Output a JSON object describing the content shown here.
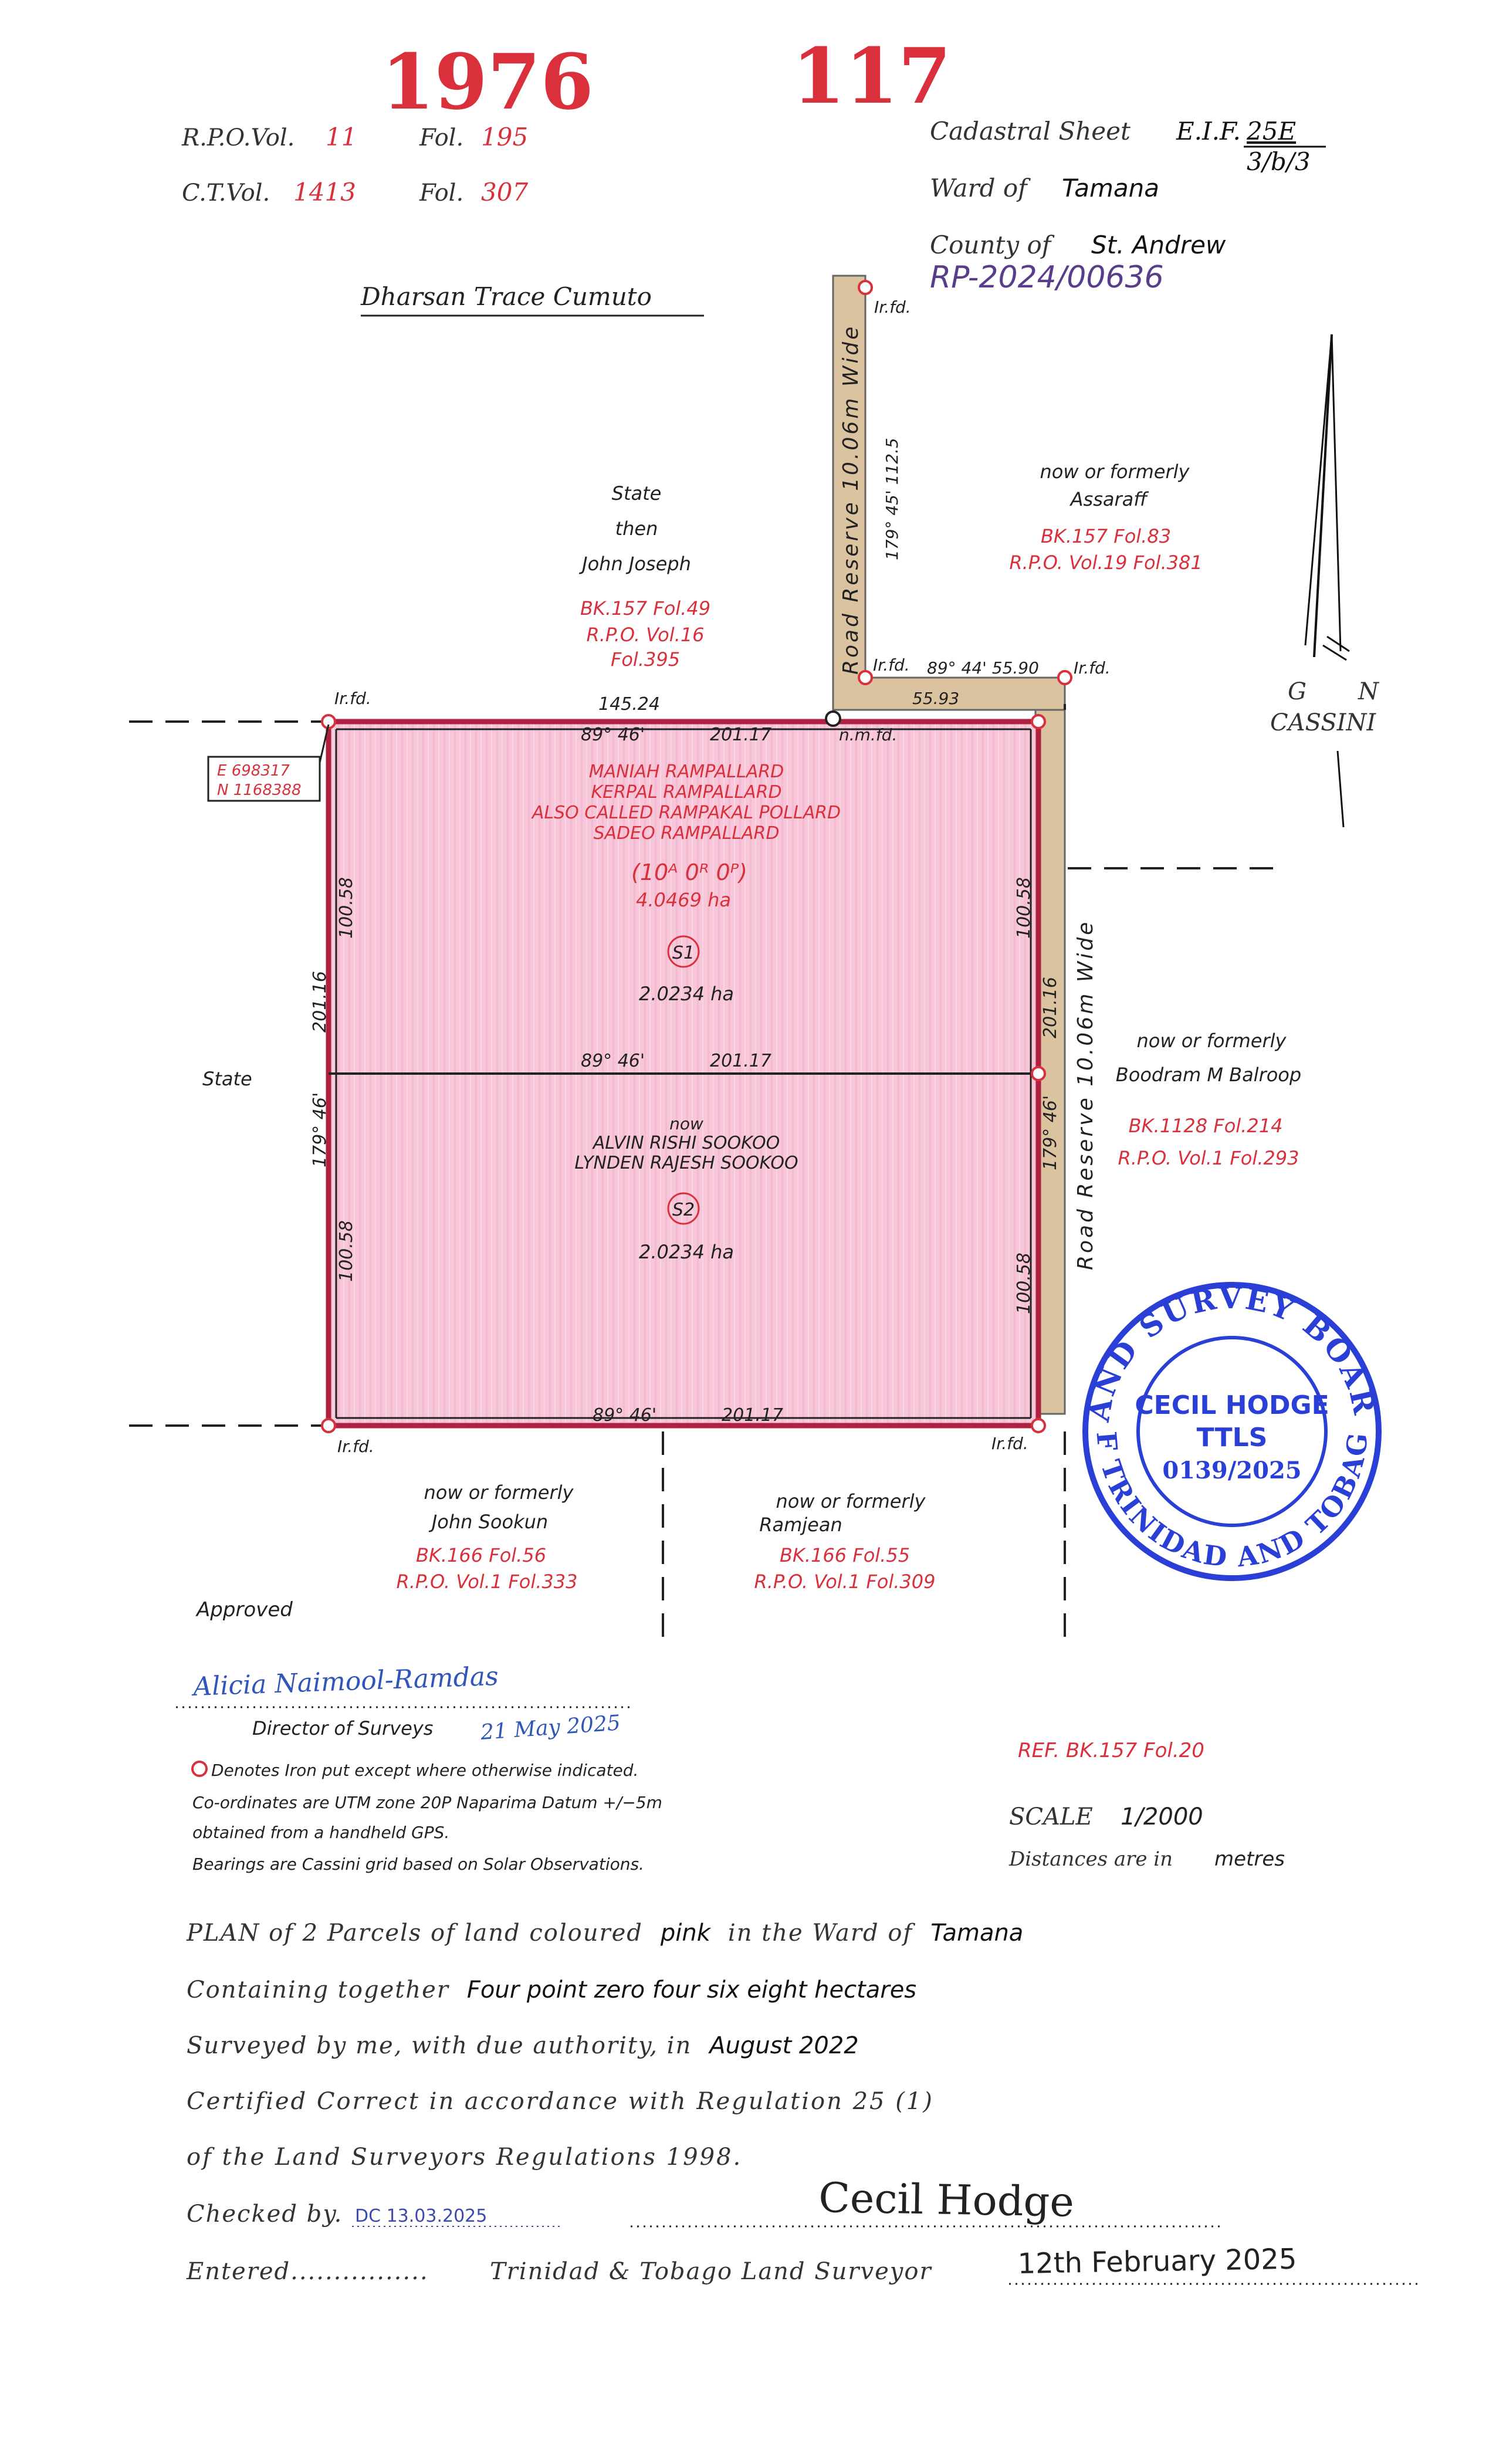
{
  "header": {
    "plan_number": "1976",
    "sheet_number": "117",
    "rpo_vol_label": "R.P.O.Vol.",
    "rpo_vol": "11",
    "rpo_fol_label": "Fol.",
    "rpo_fol": "195",
    "ct_vol_label": "C.T.Vol.",
    "ct_vol": "1413",
    "ct_fol_label": "Fol.",
    "ct_fol": "307",
    "cadastral_label": "Cadastral Sheet",
    "cadastral_value": "E.I.F.",
    "cadastral_ref_top": "25E",
    "cadastral_ref_bottom": "3/b/3",
    "ward_label": "Ward of",
    "ward_value": "Tamana",
    "county_label": "County of",
    "county_value": "St. Andrew",
    "rp_number": "RP-2024/00636",
    "location": "Dharsan Trace Cumuto"
  },
  "north_arrow": {
    "g": "G",
    "n": "N",
    "label": "CASSINI"
  },
  "neighbours": {
    "north_west": {
      "line1": "State",
      "line2": "then",
      "line3": "John Joseph",
      "bk": "BK.157 Fol.49",
      "rpo": "R.P.O. Vol.16",
      "fol": "Fol.395"
    },
    "north_east": {
      "line1": "now or formerly",
      "line2": "Assaraff",
      "bk": "BK.157 Fol.83",
      "rpo": "R.P.O. Vol.19 Fol.381"
    },
    "west": {
      "line1": "State"
    },
    "east": {
      "line1": "now or formerly",
      "line2": "Boodram M Balroop",
      "bk": "BK.1128 Fol.214",
      "rpo": "R.P.O. Vol.1 Fol.293"
    },
    "south_west": {
      "line1": "now or formerly",
      "line2": "John Sookun",
      "bk": "BK.166 Fol.56",
      "rpo": "R.P.O. Vol.1 Fol.333"
    },
    "south_east": {
      "line1": "now or formerly",
      "line2": "Ramjean",
      "bk": "BK.166 Fol.55",
      "rpo": "R.P.O. Vol.1 Fol.309"
    }
  },
  "parcel": {
    "owners": [
      "MANIAH RAMPALLARD",
      "KERPAL RAMPALLARD",
      "ALSO CALLED RAMPAKAL POLLARD",
      "SADEO RAMPALLARD"
    ],
    "imperial": "(10ᴬ 0ᴿ 0ᴾ)",
    "total_area": "4.0469 ha",
    "s1_label": "S1",
    "s1_area": "2.0234 ha",
    "s2_now": "now",
    "s2_owners": [
      "ALVIN RISHI SOOKOO",
      "LYNDEN RAJESH SOOKOO"
    ],
    "s2_label": "S2",
    "s2_area": "2.0234 ha"
  },
  "dimensions": {
    "north_total": "145.24",
    "north_bearing": "89° 46'",
    "north_length": "201.17",
    "mid_bearing": "89° 46'",
    "mid_length": "201.17",
    "south_bearing": "89° 46'",
    "south_length": "201.17",
    "west_upper": "100.58",
    "west_total": "201.16",
    "west_bearing": "179° 46'",
    "west_lower": "100.58",
    "east_upper": "100.58",
    "east_total": "201.16",
    "east_bearing": "179° 46'",
    "east_lower": "100.58",
    "road_top_bearing": "89° 44' 55.90",
    "road_top_length": "55.93",
    "road_north_bearing": "179° 45' 112.5",
    "coords_e": "E 698317",
    "coords_n": "N 1168388"
  },
  "roads": {
    "north_road": "Road Reserve 10.06m Wide",
    "east_road": "Road Reserve 10.06m Wide"
  },
  "markers": {
    "ir_fd": "Ir.fd.",
    "nm_fd": "n.m.fd."
  },
  "stamp": {
    "outer_top": "LAND SURVEY BOARD",
    "outer_bottom": "OF TRINIDAD AND TOBAGO",
    "name": "CECIL HODGE",
    "title": "TTLS",
    "number": "0139/2025"
  },
  "approval": {
    "approved_label": "Approved",
    "director_sig": "Alicia Naimool-Ramdas",
    "director_label": "Director of Surveys",
    "director_date": "21 May 2025"
  },
  "notes": {
    "iron_note": "Denotes Iron put except where otherwise indicated.",
    "coord_line1": "Co-ordinates are UTM zone 20P Naparima Datum +/−5m",
    "coord_line2": "obtained from a handheld GPS.",
    "bearing_note": "Bearings are Cassini grid based on Solar Observations.",
    "ref": "REF. BK.157 Fol.20",
    "scale_label": "SCALE",
    "scale_value": "1/2000",
    "distances_label": "Distances are in",
    "distances_unit": "metres"
  },
  "certificate": {
    "line1_a": "PLAN of 2 Parcels of land coloured",
    "line1_b": "pink",
    "line1_c": "in the Ward of",
    "line1_d": "Tamana",
    "line2_a": "Containing together",
    "line2_b": "Four point zero four six eight hectares",
    "line3_a": "Surveyed by me, with due authority, in",
    "line3_b": "August 2022",
    "line4": "Certified Correct in accordance with Regulation 25 (1)",
    "line5": "of the Land Surveyors Regulations 1998.",
    "checked_label": "Checked by.",
    "checked_value": "DC 13.03.2025",
    "surveyor_sig": "Cecil Hodge",
    "entered_label": "Entered................",
    "surveyor_label": "Trinidad & Tobago Land Surveyor",
    "surveyor_date": "12th February 2025"
  },
  "colors": {
    "parcel_fill": "#f7c6d9",
    "boundary": "#b02040",
    "road_fill": "#dcc3a0",
    "red_text": "#d9303c",
    "stamp_blue": "#2a3fd6",
    "ink_blue": "#2f56b8",
    "text": "#111111"
  }
}
